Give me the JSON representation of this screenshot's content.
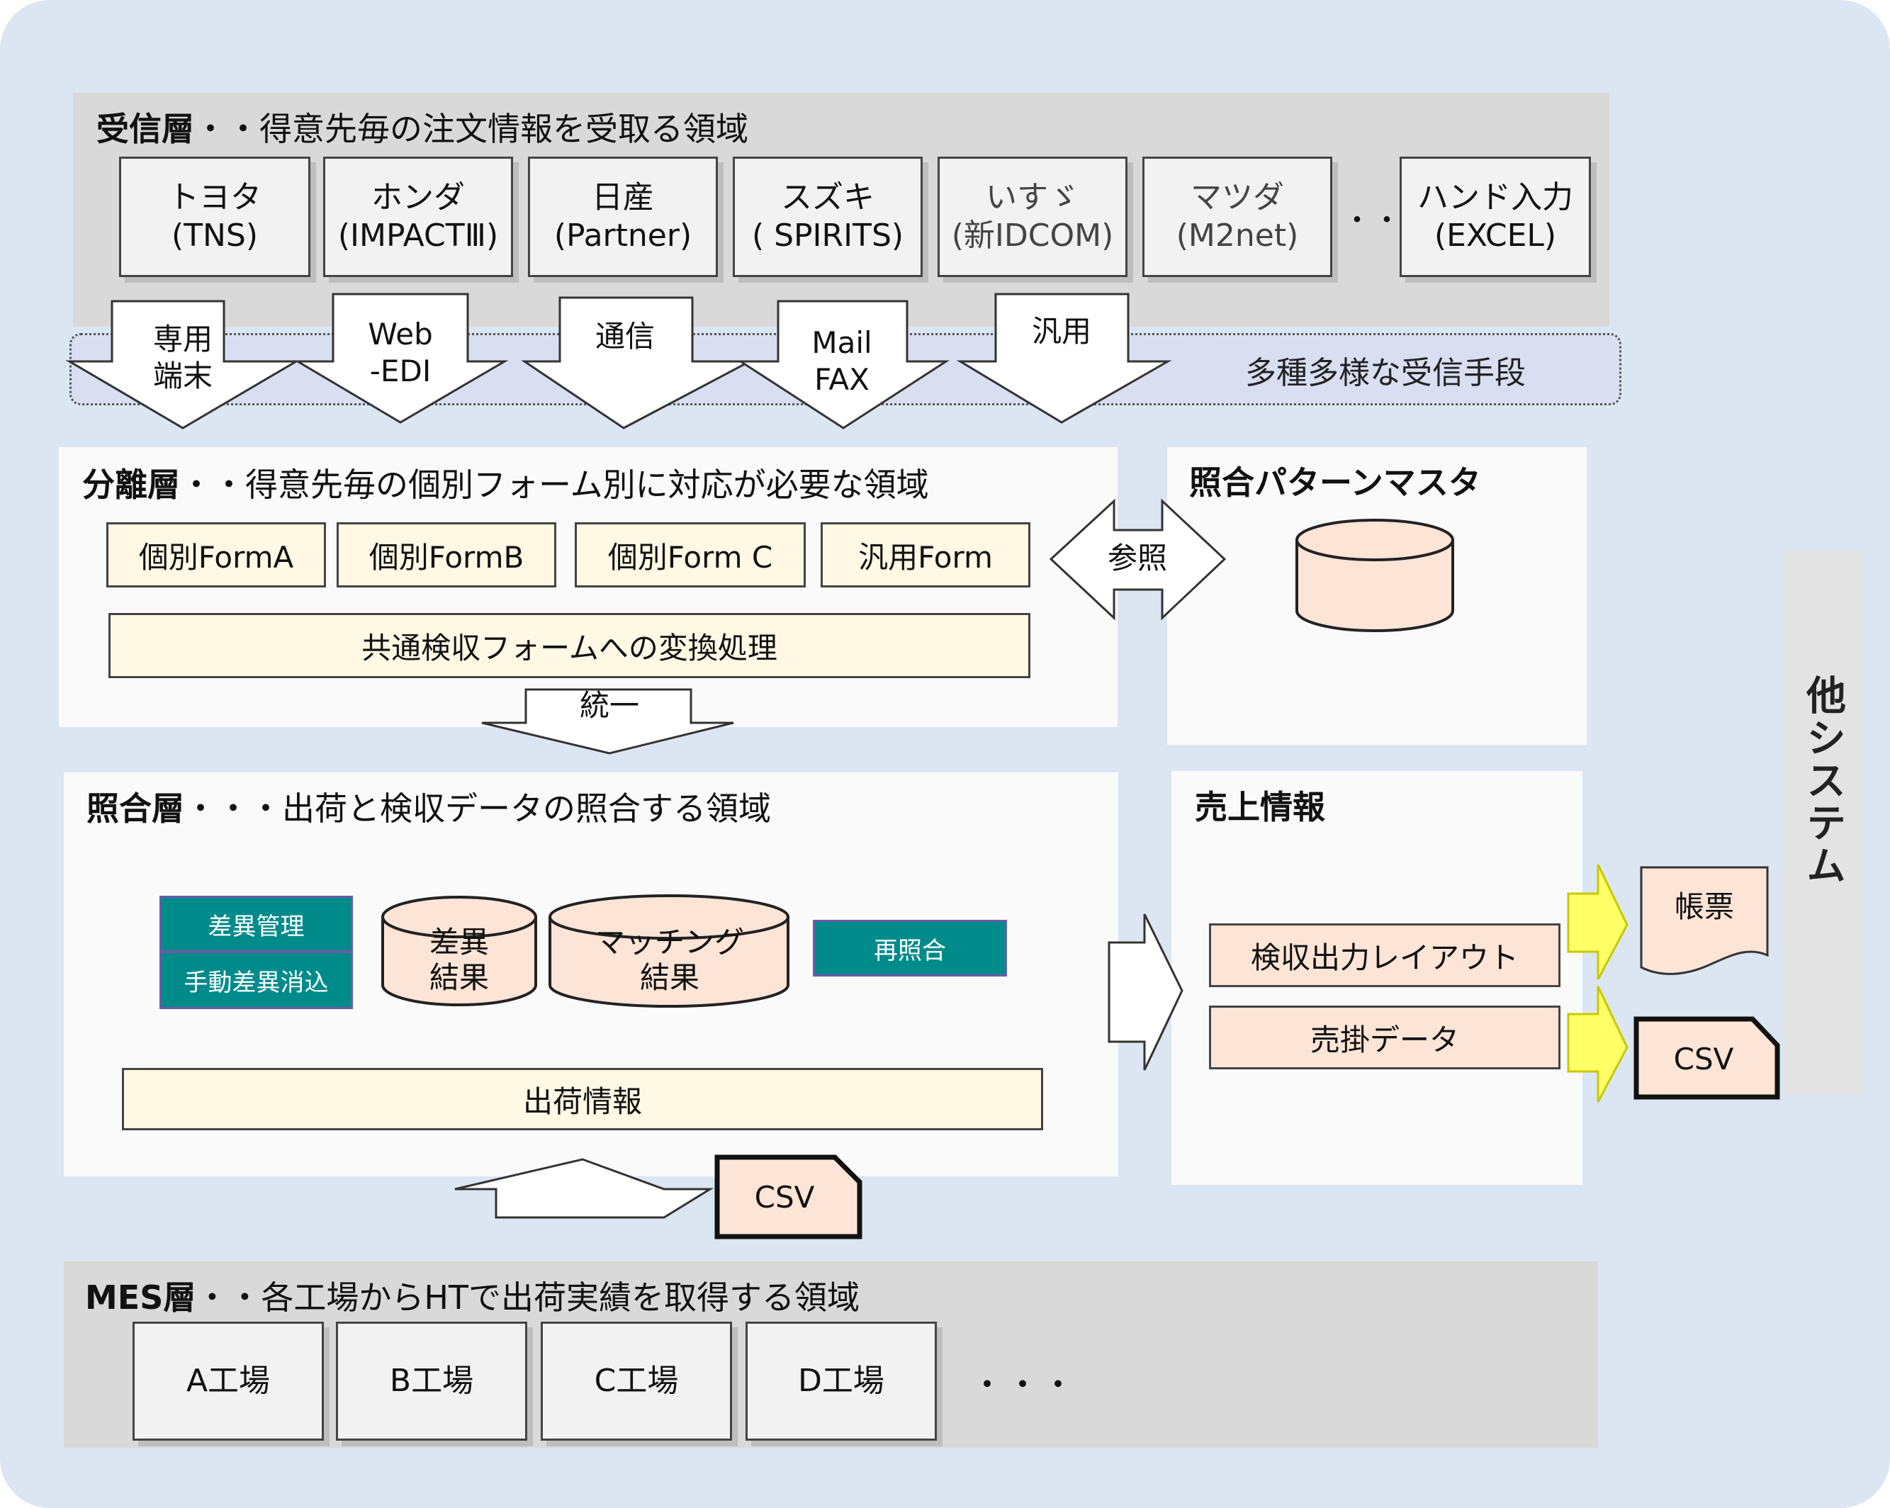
{
  "receive_layer": {
    "title": "受信層",
    "desc": "・・得意先毎の注文情報を受取る領域",
    "customers": [
      {
        "name": "トヨタ",
        "system": "(TNS)"
      },
      {
        "name": "ホンダ",
        "system": "(IMPACTⅢ)"
      },
      {
        "name": "日産",
        "system": "(Partner)"
      },
      {
        "name": "スズキ",
        "system": "( SPIRITS)"
      },
      {
        "name": "いすゞ",
        "system": "(新IDCOM)"
      },
      {
        "name": "マツダ",
        "system": "(M2net)"
      },
      {
        "name": "ハンド入力",
        "system": "(EXCEL)"
      }
    ],
    "ellipsis": "・・・"
  },
  "receive_means": {
    "label": "多種多様な受信手段",
    "arrows": [
      "専用\n端末",
      "Web\n-EDI",
      "通信",
      "Mail\nFAX",
      "汎用"
    ]
  },
  "separation_layer": {
    "title": "分離層",
    "desc": "・・得意先毎の個別フォーム別に対応が必要な領域",
    "forms": [
      "個別FormA",
      "個別FormB",
      "個別Form C",
      "汎用Form"
    ],
    "convert": "共通検収フォームへの変換処理",
    "unify_arrow": "統一"
  },
  "reference": {
    "arrow_label": "参照",
    "master_title": "照合パターンマスタ"
  },
  "matching_layer": {
    "title": "照合層",
    "desc": "・・・出荷と検収データの照合する領域",
    "diff_mgmt": "差異管理",
    "manual_clear": "手動差異消込",
    "diff_result": "差異\n結果",
    "match_result": "マッチング\n結果",
    "rematch": "再照合",
    "shipping_info": "出荷情報",
    "csv_in": "CSV"
  },
  "sales_info": {
    "title": "売上情報",
    "layout": "検収出力レイアウト",
    "receivable": "売掛データ",
    "report": "帳票",
    "csv_out": "CSV"
  },
  "other_system": "他システム",
  "mes_layer": {
    "title": "MES層",
    "desc": "・・各工場からHTで出荷実績を取得する領域",
    "factories": [
      "A工場",
      "B工場",
      "C工場",
      "D工場"
    ],
    "ellipsis": "・・・"
  },
  "colors": {
    "background": "#dce6f2",
    "layer_gray": "#d9d9d9",
    "cream": "#fff8e5",
    "peach": "#fce4d6",
    "teal": "#008b8b",
    "yellow_arrow": "#ffff66"
  }
}
